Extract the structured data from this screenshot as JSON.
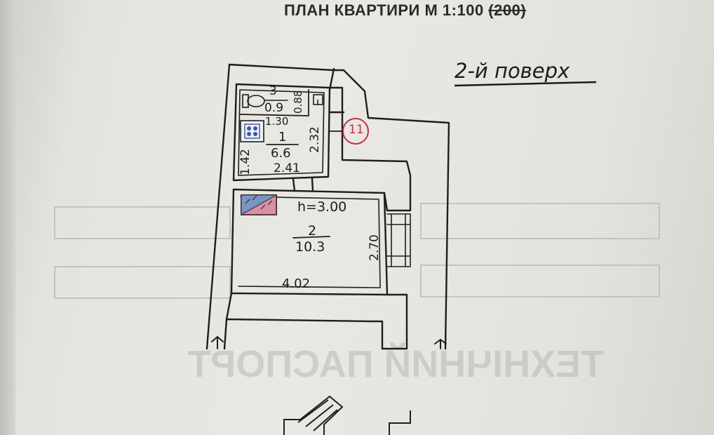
{
  "header": {
    "title_main": "ПЛАН КВАРТИРИ М 1:100 ",
    "title_struck": "(200)",
    "floor": "2-й поверх"
  },
  "plan": {
    "ceiling_height": "h=3.00",
    "marker": "11",
    "rooms": [
      {
        "id": "3",
        "area": "0.9",
        "dims": [
          "1.30",
          "0.88"
        ]
      },
      {
        "id": "1",
        "area": "6.6",
        "dims": [
          "2.41",
          "1.42",
          "2.32"
        ]
      },
      {
        "id": "2",
        "area": "10.3",
        "dims": [
          "4.02",
          "2.70"
        ]
      }
    ]
  },
  "colors": {
    "ink": "#1e1e1e",
    "marker": "#c0304a",
    "hatch_blue": "#5a78b8",
    "hatch_red": "#c8506a"
  }
}
